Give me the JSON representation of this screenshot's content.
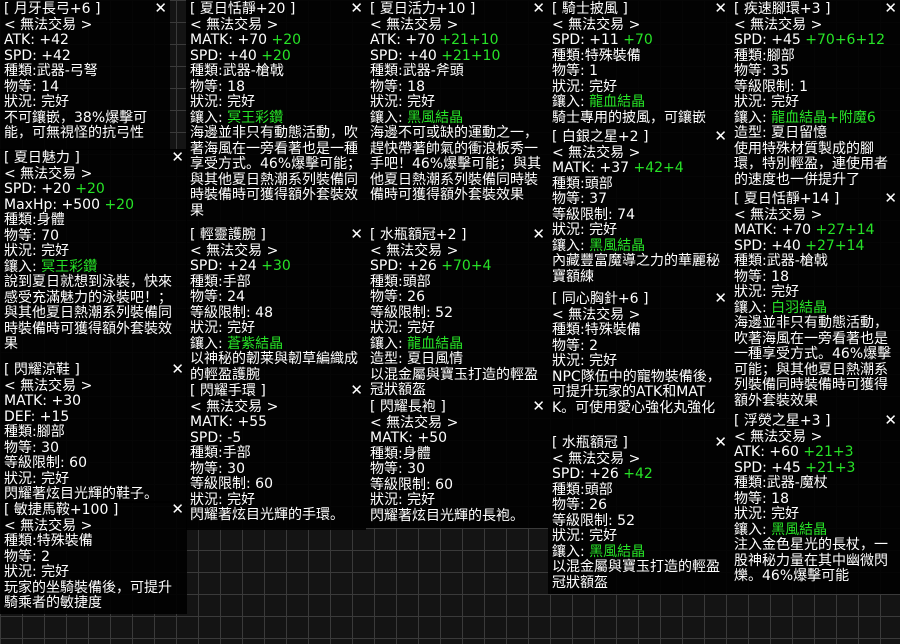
{
  "close_glyph": "✕",
  "colors": {
    "background": "#141414",
    "grid_line": "#3a3a3a",
    "text": "#ffffff",
    "green": "#27e227"
  },
  "tooltips": [
    {
      "title": "[ 月牙長弓+6 ]",
      "lines": [
        [
          "< 無法交易 >"
        ],
        [
          "ATK: +42"
        ],
        [
          "SPD: +42"
        ],
        [
          "種類:武器-弓弩"
        ],
        [
          "物等: 14"
        ],
        [
          "狀況: 完好"
        ]
      ],
      "desc": "不可鑲嵌，38%爆擊可能，可無視怪的抗弓性"
    },
    {
      "title": "[ 夏日魅力 ]",
      "lines": [
        [
          "< 無法交易 >"
        ],
        [
          "SPD: +20 ",
          "+20"
        ],
        [
          "MaxHp: +500 ",
          "+20"
        ],
        [
          "種類:身體"
        ],
        [
          "物等: 70"
        ],
        [
          "狀況: 完好"
        ],
        [
          "鑲入: ",
          "冥王彩鑽"
        ]
      ],
      "desc": "說到夏日就想到泳裝，快來感受充滿魅力的泳裝吧！；與其他夏日熱潮系列裝備同時裝備時可獲得額外套裝效果"
    },
    {
      "title": "[ 閃耀涼鞋 ]",
      "lines": [
        [
          "< 無法交易 >"
        ],
        [
          "MATK: +30"
        ],
        [
          "DEF: +15"
        ],
        [
          "種類:腳部"
        ],
        [
          "物等: 30"
        ],
        [
          "等級限制: 60"
        ],
        [
          "狀況: 完好"
        ]
      ],
      "desc": "閃耀著炫目光輝的鞋子。"
    },
    {
      "title": "[ 敏捷馬鞍+100 ]",
      "lines": [
        [
          "< 無法交易 >"
        ],
        [
          "種類:特殊裝備"
        ],
        [
          "物等: 2"
        ],
        [
          "狀況: 完好"
        ]
      ],
      "desc": "玩家的坐騎裝備後，可提升騎乘者的敏捷度"
    },
    {
      "title": "[ 夏日恬靜+20 ]",
      "lines": [
        [
          "< 無法交易 >"
        ],
        [
          "MATK: +70 ",
          "+20"
        ],
        [
          "SPD: +40 ",
          "+20"
        ],
        [
          "種類:武器-槍戟"
        ],
        [
          "物等: 18"
        ],
        [
          "狀況: 完好"
        ],
        [
          "鑲入: ",
          "冥王彩鑽"
        ]
      ],
      "desc": "海邊並非只有動態活動，吹著海風在一旁看著也是一種享受方式。46%爆擊可能；與其他夏日熱潮系列裝備同時裝備時可獲得額外套裝效果"
    },
    {
      "title": "[ 輕靈護腕 ]",
      "lines": [
        [
          "< 無法交易 >"
        ],
        [
          "SPD: +24 ",
          "+30"
        ],
        [
          "種類:手部"
        ],
        [
          "物等: 24"
        ],
        [
          "等級限制: 48"
        ],
        [
          "狀況: 完好"
        ],
        [
          "鑲入: ",
          "蒼紫結晶"
        ]
      ],
      "desc": "以神秘的韌莱與韌草編織成的輕盈護腕"
    },
    {
      "title": "[ 閃耀手環 ]",
      "lines": [
        [
          "< 無法交易 >"
        ],
        [
          "MATK: +55"
        ],
        [
          "SPD: -5"
        ],
        [
          "種類:手部"
        ],
        [
          "物等: 30"
        ],
        [
          "等級限制: 60"
        ],
        [
          "狀況: 完好"
        ]
      ],
      "desc": "閃耀著炫目光輝的手環。"
    },
    {
      "title": "[ 夏日活力+10 ]",
      "lines": [
        [
          "< 無法交易 >"
        ],
        [
          "ATK: +70 ",
          "+21+10"
        ],
        [
          "SPD: +40 ",
          "+21+10"
        ],
        [
          "種類:武器-斧頭"
        ],
        [
          "物等: 18"
        ],
        [
          "狀況: 完好"
        ],
        [
          "鑲入: ",
          "黑風結晶"
        ]
      ],
      "desc": "海邊不可或缺的運動之一，趕快帶著帥氣的衝浪板秀一手吧！46%爆擊可能；與其他夏日熱潮系列裝備同時裝備時可獲得額外套裝效果"
    },
    {
      "title": "[ 水瓶額冠+2 ]",
      "lines": [
        [
          "< 無法交易 >"
        ],
        [
          "SPD: +26 ",
          "+70+4"
        ],
        [
          "種類:頭部"
        ],
        [
          "物等: 26"
        ],
        [
          "等級限制: 52"
        ],
        [
          "狀況: 完好"
        ],
        [
          "鑲入: ",
          "龍血結晶"
        ],
        [
          "造型: 夏日風情"
        ]
      ],
      "desc": "以混金屬與寶玉打造的輕盈冠狀額盔"
    },
    {
      "title": "[ 閃耀長袍 ]",
      "lines": [
        [
          "< 無法交易 >"
        ],
        [
          "MATK: +50"
        ],
        [
          "種類:身體"
        ],
        [
          "物等: 30"
        ],
        [
          "等級限制: 60"
        ],
        [
          "狀況: 完好"
        ]
      ],
      "desc": "閃耀著炫目光輝的長袍。"
    },
    {
      "title": "[ 騎士披風 ]",
      "lines": [
        [
          "< 無法交易 >"
        ],
        [
          "SPD: +11 ",
          "+70"
        ],
        [
          "種類:特殊裝備"
        ],
        [
          "物等: 1"
        ],
        [
          "狀況: 完好"
        ],
        [
          "鑲入: ",
          "龍血結晶"
        ]
      ],
      "desc": "騎士專用的披風，可鑲嵌"
    },
    {
      "title": "[ 白銀之星+2 ]",
      "lines": [
        [
          "< 無法交易 >"
        ],
        [
          "MATK: +37 ",
          "+42+4"
        ],
        [
          "種類:頭部"
        ],
        [
          "物等: 37"
        ],
        [
          "等級限制: 74"
        ],
        [
          "狀況: 完好"
        ],
        [
          "鑲入: ",
          "黑風結晶"
        ]
      ],
      "desc": "內藏豐富魔導之力的華麗秘寶額練"
    },
    {
      "title": "[ 同心胸針+6 ]",
      "lines": [
        [
          "< 無法交易 >"
        ],
        [
          "種類:特殊裝備"
        ],
        [
          "物等: 2"
        ],
        [
          "狀況: 完好"
        ]
      ],
      "desc": "NPC隊伍中的寵物裝備後，可提升玩家的ATK和MATK。可使用愛心強化丸強化"
    },
    {
      "title": "[ 水瓶額冠 ]",
      "lines": [
        [
          "< 無法交易 >"
        ],
        [
          "SPD: +26 ",
          "+42"
        ],
        [
          "種類:頭部"
        ],
        [
          "物等: 26"
        ],
        [
          "等級限制: 52"
        ],
        [
          "狀況: 完好"
        ],
        [
          "鑲入: ",
          "黑風結晶"
        ]
      ],
      "desc": "以混金屬與寶玉打造的輕盈冠狀額盔"
    },
    {
      "title": "[ 疾速腳環+3 ]",
      "lines": [
        [
          "< 無法交易 >"
        ],
        [
          "SPD: +45 ",
          "+70+6+12"
        ],
        [
          "種類:腳部"
        ],
        [
          "物等: 35"
        ],
        [
          "等級限制: 1"
        ],
        [
          "狀況: 完好"
        ],
        [
          "鑲入: ",
          "龍血結晶+附魔6"
        ],
        [
          "造型: 夏日留憶"
        ]
      ],
      "desc": "使用特殊材質製成的腳環，特別輕盈，連使用者的速度也一併提升了"
    },
    {
      "title": "[ 夏日恬靜+14 ]",
      "lines": [
        [
          "< 無法交易 >"
        ],
        [
          "MATK: +70 ",
          "+27+14"
        ],
        [
          "SPD: +40 ",
          "+27+14"
        ],
        [
          "種類:武器-槍戟"
        ],
        [
          "物等: 18"
        ],
        [
          "狀況: 完好"
        ],
        [
          "鑲入: ",
          "白羽結晶"
        ]
      ],
      "desc": "海邊並非只有動態活動，吹著海風在一旁看著也是一種享受方式。46%爆擊可能；與其他夏日熱潮系列裝備同時裝備時可獲得額外套裝效果"
    },
    {
      "title": "[ 浮熒之星+3 ]",
      "lines": [
        [
          "< 無法交易 >"
        ],
        [
          "ATK: +60 ",
          "+21+3"
        ],
        [
          "SPD: +45 ",
          "+21+3"
        ],
        [
          "種類:武器-魔杖"
        ],
        [
          "物等: 18"
        ],
        [
          "狀況: 完好"
        ],
        [
          "鑲入: ",
          "黑風結晶"
        ]
      ],
      "desc": "注入金色星光的長杖，一股神秘力量在其中幽微閃爍。46%爆擊可能"
    }
  ]
}
